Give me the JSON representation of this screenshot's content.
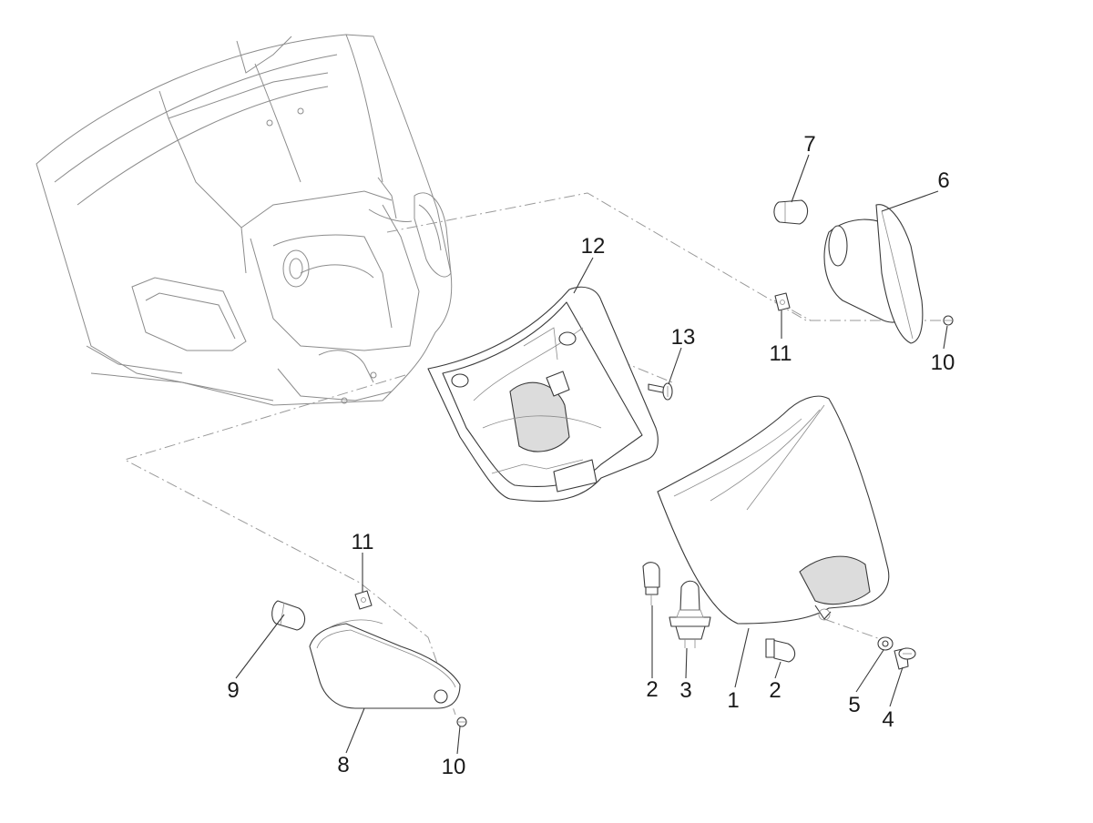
{
  "parts": [
    {
      "id": "p1",
      "label": "1"
    },
    {
      "id": "p2a",
      "label": "2"
    },
    {
      "id": "p2b",
      "label": "2"
    },
    {
      "id": "p3",
      "label": "3"
    },
    {
      "id": "p4",
      "label": "4"
    },
    {
      "id": "p5",
      "label": "5"
    },
    {
      "id": "p6",
      "label": "6"
    },
    {
      "id": "p7",
      "label": "7"
    },
    {
      "id": "p8",
      "label": "8"
    },
    {
      "id": "p9",
      "label": "9"
    },
    {
      "id": "p10a",
      "label": "10"
    },
    {
      "id": "p10b",
      "label": "10"
    },
    {
      "id": "p11a",
      "label": "11"
    },
    {
      "id": "p11b",
      "label": "11"
    },
    {
      "id": "p12",
      "label": "12"
    },
    {
      "id": "p13",
      "label": "13"
    }
  ]
}
